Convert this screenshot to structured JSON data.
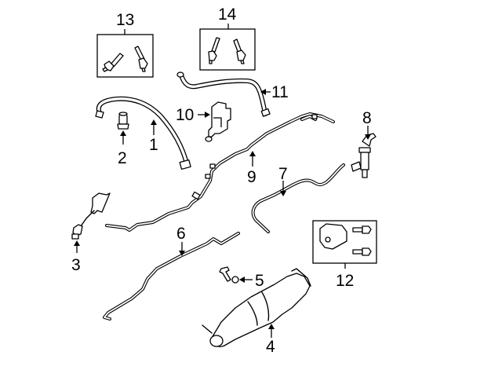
{
  "diagram": {
    "title": "Emission components parts diagram",
    "callouts": [
      {
        "id": "1",
        "label": "1"
      },
      {
        "id": "2",
        "label": "2"
      },
      {
        "id": "3",
        "label": "3"
      },
      {
        "id": "4",
        "label": "4"
      },
      {
        "id": "5",
        "label": "5"
      },
      {
        "id": "6",
        "label": "6"
      },
      {
        "id": "7",
        "label": "7"
      },
      {
        "id": "8",
        "label": "8"
      },
      {
        "id": "9",
        "label": "9"
      },
      {
        "id": "10",
        "label": "10"
      },
      {
        "id": "11",
        "label": "11"
      },
      {
        "id": "12",
        "label": "12"
      },
      {
        "id": "13",
        "label": "13"
      },
      {
        "id": "14",
        "label": "14"
      }
    ]
  }
}
